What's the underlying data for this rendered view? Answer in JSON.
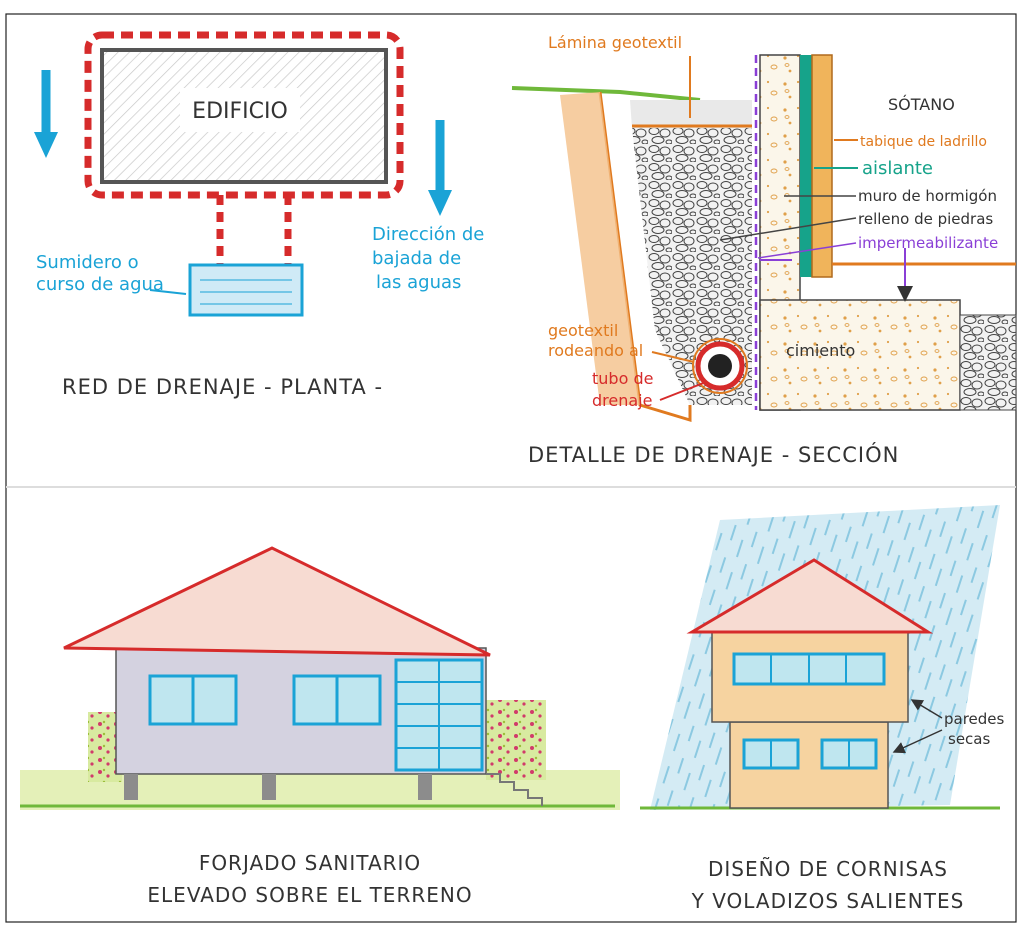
{
  "colors": {
    "building_outline": "#d62b2b",
    "water": "#1aa3d6",
    "geotextile": "#e07a1f",
    "insulation": "#16a38a",
    "waterproofing": "#8a3fd6",
    "label_dark": "#333333"
  },
  "panels": {
    "plan": {
      "building_label": "EDIFICIO",
      "sump_label_line1": "Sumidero o",
      "sump_label_line2": "curso de agua",
      "direction_line1": "Dirección de",
      "direction_line2": "bajada de",
      "direction_line3": "las aguas",
      "caption": "RED DE DRENAJE - PLANTA -"
    },
    "section": {
      "geotextile_sheet": "Lámina geotextil",
      "basement": "SÓTANO",
      "brick_partition": "tabique de ladrillo",
      "insulation": "aislante",
      "concrete_wall": "muro de hormigón",
      "stone_fill": "relleno de piedras",
      "waterproofing": "impermeabilizante",
      "geotextile_wrap_line1": "geotextil",
      "geotextile_wrap_line2": "rodeando al",
      "drain_pipe_line1": "tubo de",
      "drain_pipe_line2": "drenaje",
      "foundation": "cimiento",
      "caption": "DETALLE DE DRENAJE - SECCIÓN"
    },
    "raised_floor": {
      "caption_line1": "FORJADO SANITARIO",
      "caption_line2": "ELEVADO SOBRE EL TERRENO"
    },
    "overhangs": {
      "dry_walls_line1": "paredes",
      "dry_walls_line2": "secas",
      "caption_line1": "DISEÑO DE CORNISAS",
      "caption_line2": "Y VOLADIZOS SALIENTES"
    }
  }
}
